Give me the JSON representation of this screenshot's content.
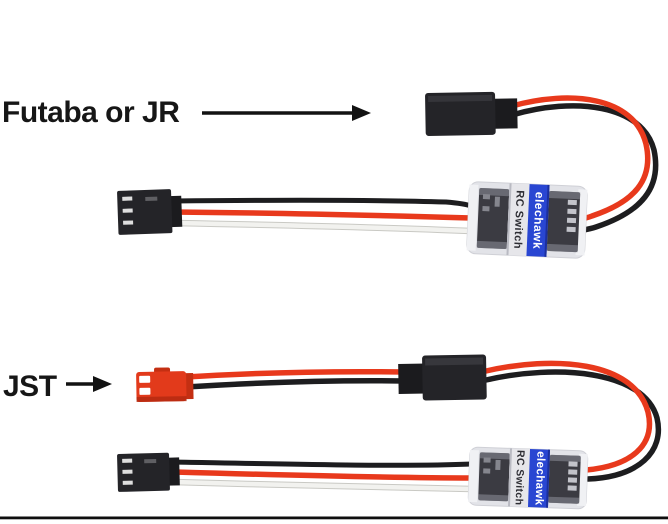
{
  "photo": {
    "background": "#ffffff",
    "frame_line_color": "#0e0e0e"
  },
  "annotations": {
    "top_label": "Futaba or JR",
    "bottom_label": "JST"
  },
  "modules": [
    {
      "position": "top",
      "brand": "elechawk",
      "product": "RC Switch"
    },
    {
      "position": "bottom",
      "brand": "elechawk",
      "product": "RC Switch"
    }
  ],
  "colors": {
    "label_text": "#161616",
    "arrow": "#121212",
    "wire_red": "#e8391c",
    "wire_black": "#1d1d1f",
    "wire_white": "#f2f2ef",
    "wire_white_edge": "#c9c9c4",
    "connector_black": "#242428",
    "connector_black_dark": "#1b1b1e",
    "jst_red": "#e23a1b",
    "jst_red_dark": "#c42f12",
    "pcb_dark": "#3b3b42",
    "shrink_body": "#e2e3e8",
    "shrink_flare": "#f0f1f4",
    "band_white": "#e6e6ea",
    "band_blue": "#2946d2",
    "band_text_dark": "#2d2d33",
    "band_text_light": "#ffffff"
  }
}
